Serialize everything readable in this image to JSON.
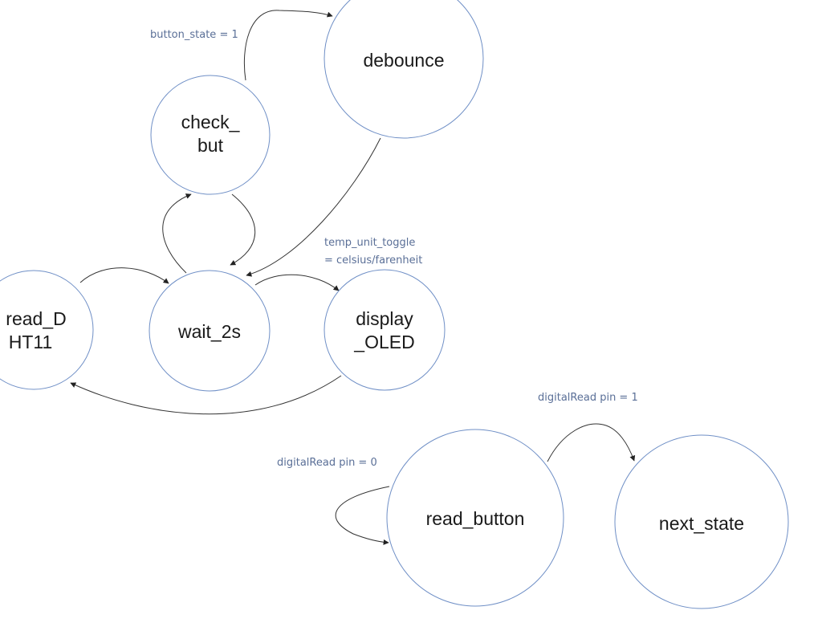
{
  "states": {
    "debounce": "debounce",
    "check_but": [
      "check_",
      "but"
    ],
    "read_dht11": [
      "read_D",
      "HT11"
    ],
    "wait_2s": "wait_2s",
    "display_oled": [
      "display",
      "_OLED"
    ],
    "read_button": "read_button",
    "next_state": "next_state"
  },
  "transitions": {
    "button_state": "button_state = 1",
    "temp_unit_toggle": [
      "temp_unit_toggle",
      "= celsius/farenheit"
    ],
    "pin_high": "digitalRead pin = 1",
    "pin_low": "digitalRead pin = 0"
  },
  "colors": {
    "state_outline": "#6f8fc6",
    "edge_stroke": "#333333",
    "edge_label": "#5a6f97"
  }
}
